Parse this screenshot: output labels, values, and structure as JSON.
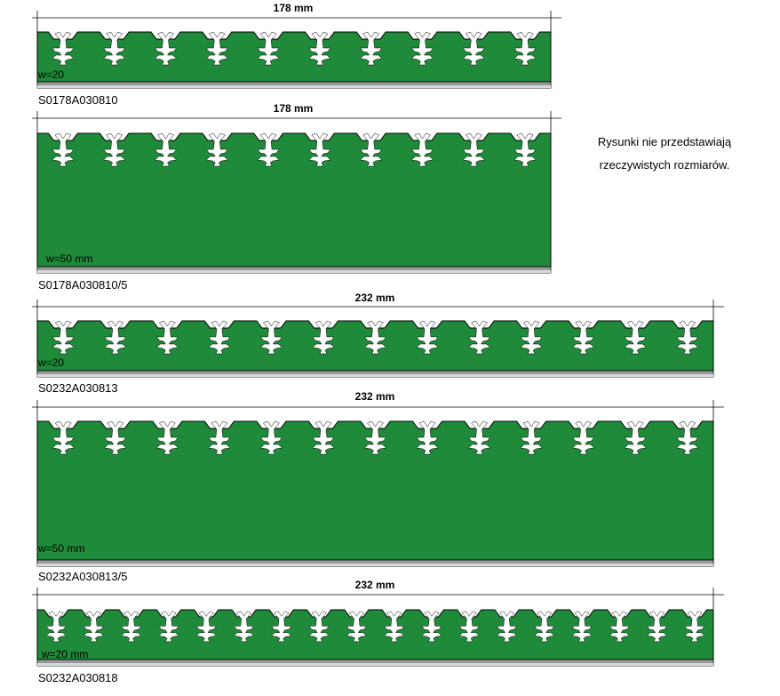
{
  "note": [
    "Rysunki nie przedstawiają",
    "rzeczywistych rozmiarów."
  ],
  "colors": {
    "green": "#1f8a3a",
    "outline": "#000000",
    "base": "#9a9a9a"
  },
  "strips": [
    {
      "dimension": "178 mm",
      "width_label": "w=20",
      "part_number": "S0178A030810",
      "cutter_count": 10
    },
    {
      "dimension": "178 mm",
      "width_label": "w=50 mm",
      "part_number": "S0178A030810/5",
      "cutter_count": 10
    },
    {
      "dimension": "232 mm",
      "width_label": "w=20",
      "part_number": "S0232A030813",
      "cutter_count": 13
    },
    {
      "dimension": "232 mm",
      "width_label": "w=50 mm",
      "part_number": "S0232A030813/5",
      "cutter_count": 13
    },
    {
      "dimension": "232 mm",
      "width_label": "w=20 mm",
      "part_number": "S0232A030818",
      "cutter_count": 18
    }
  ]
}
